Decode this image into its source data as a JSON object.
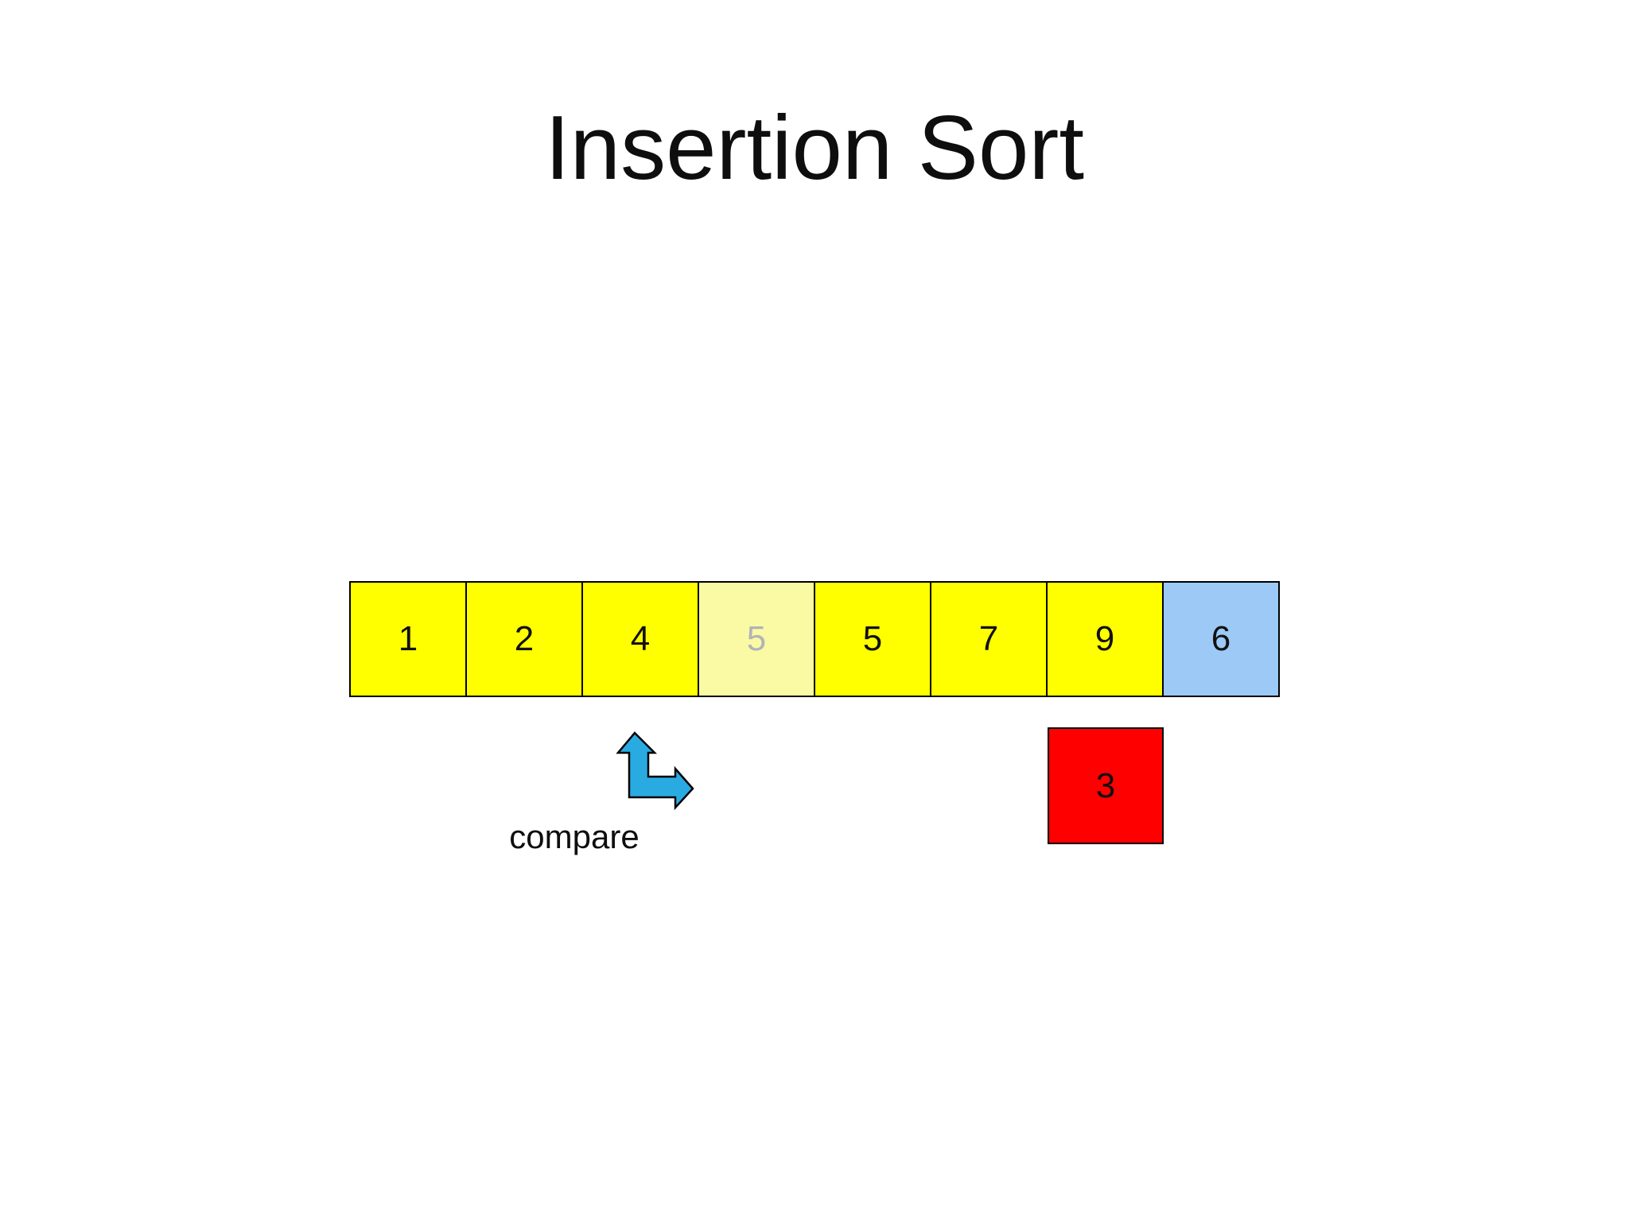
{
  "slide": {
    "title": "Insertion Sort",
    "background_color": "#ffffff",
    "text_color": "#0e0e0e"
  },
  "array": {
    "border_color": "#000000",
    "cells": [
      {
        "value": "1",
        "fill": "#ffff00",
        "text_color": "#111111",
        "state": "sorted"
      },
      {
        "value": "2",
        "fill": "#ffff00",
        "text_color": "#111111",
        "state": "sorted"
      },
      {
        "value": "4",
        "fill": "#ffff00",
        "text_color": "#111111",
        "state": "sorted"
      },
      {
        "value": "5",
        "fill": "#fafaa5",
        "text_color": "#b3b3b8",
        "state": "faded"
      },
      {
        "value": "5",
        "fill": "#ffff00",
        "text_color": "#111111",
        "state": "sorted"
      },
      {
        "value": "7",
        "fill": "#ffff00",
        "text_color": "#111111",
        "state": "sorted"
      },
      {
        "value": "9",
        "fill": "#ffff00",
        "text_color": "#111111",
        "state": "sorted"
      },
      {
        "value": "6",
        "fill": "#9cc9f5",
        "text_color": "#111111",
        "state": "highlighted"
      }
    ]
  },
  "detached_cell": {
    "value": "3",
    "fill": "#ff0000",
    "text_color": "#111111"
  },
  "annotation": {
    "label": "compare",
    "icon": "bent-up-right-arrow-icon",
    "arrow_fill": "#29abe2",
    "arrow_stroke": "#000000"
  }
}
